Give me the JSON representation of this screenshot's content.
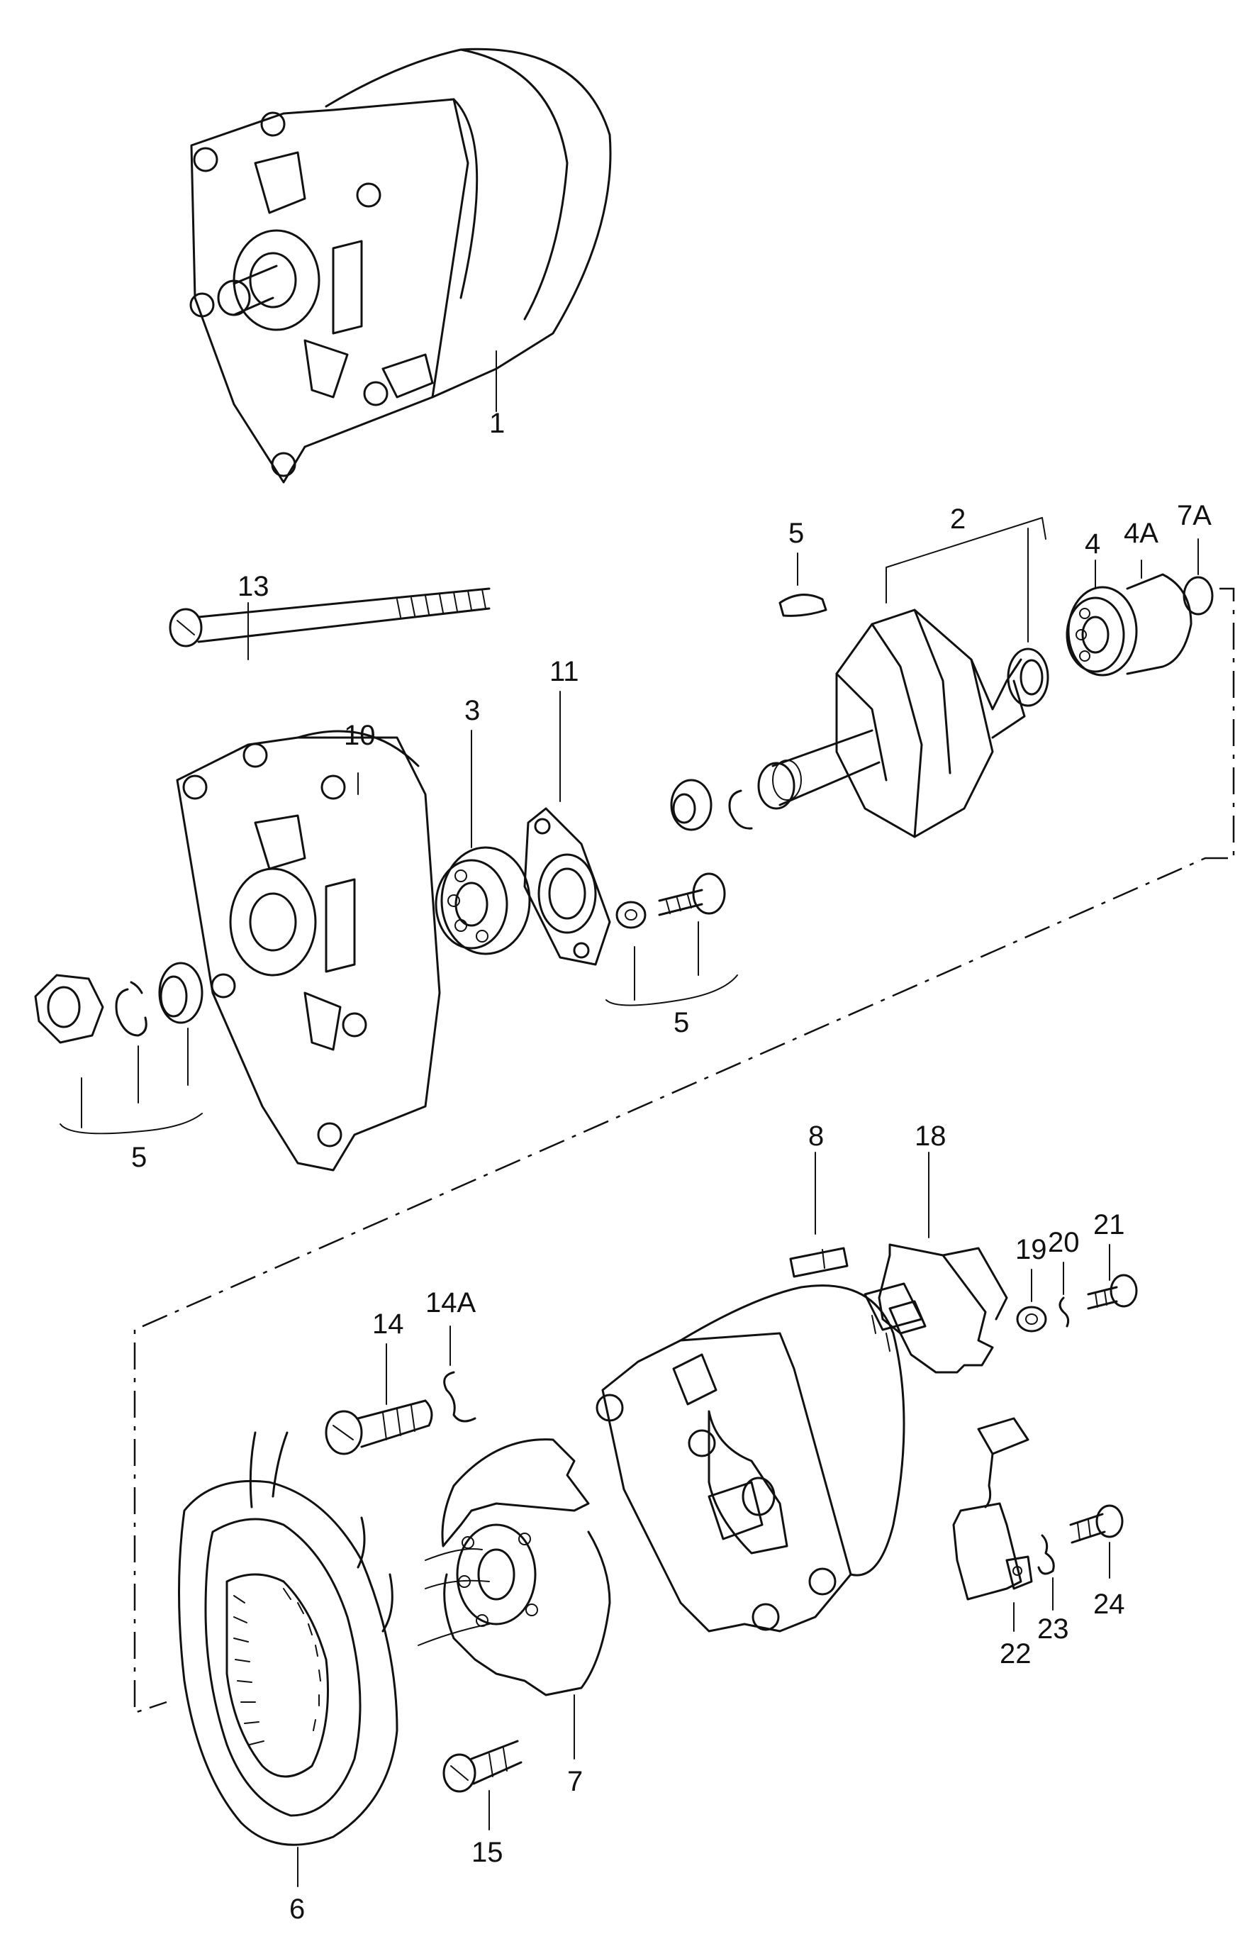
{
  "callouts": {
    "c1": "1",
    "c2": "2",
    "c3": "3",
    "c4": "4",
    "c4a": "4A",
    "c5_key": "5",
    "c5_nut": "5",
    "c5_screw": "5",
    "c6": "6",
    "c7": "7",
    "c7a": "7A",
    "c8": "8",
    "c10": "10",
    "c11": "11",
    "c13": "13",
    "c14": "14",
    "c14a": "14A",
    "c15": "15",
    "c18": "18",
    "c19": "19",
    "c20": "20",
    "c21": "21",
    "c22": "22",
    "c23": "23",
    "c24": "24"
  },
  "colors": {
    "ink": "#111111",
    "paper": "#ffffff"
  }
}
